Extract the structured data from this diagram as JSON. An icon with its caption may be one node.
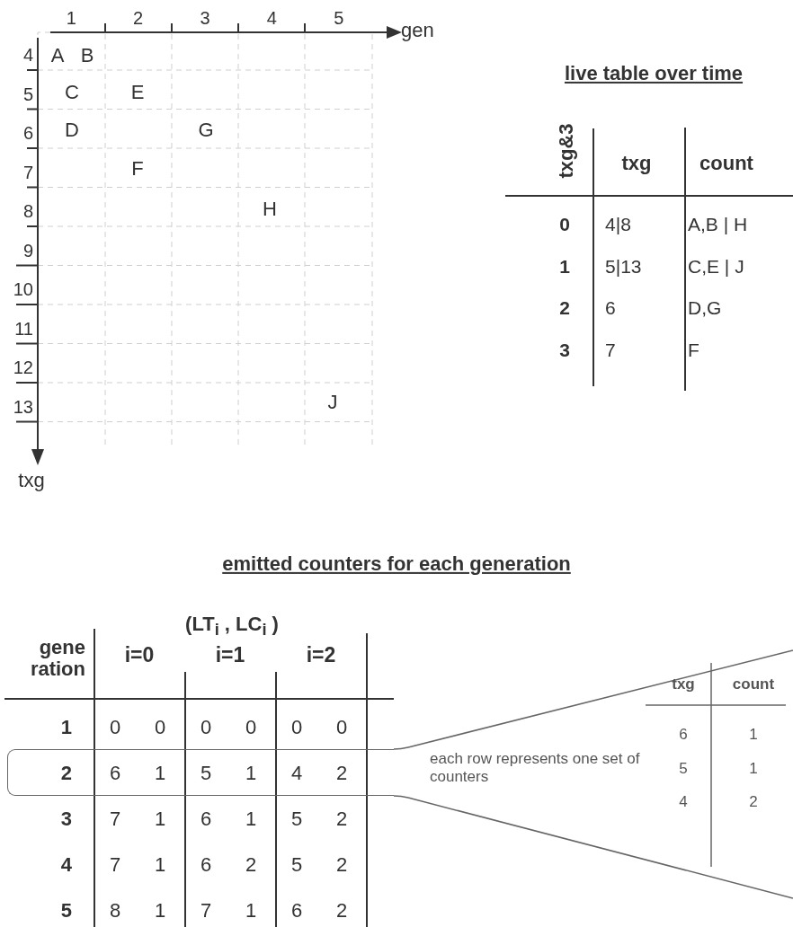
{
  "diagram": {
    "nodes": [
      {
        "text": [],
        "shape": "box"
      },
      {
        "text": [
          "each row represents one set of counters"
        ]
      }
    ],
    "labels": [
      "1",
      "2",
      "3",
      "4",
      "5",
      "gen",
      "4",
      "5",
      "6",
      "7",
      "8",
      "9",
      "10",
      "11",
      "12",
      "13",
      "A",
      "B",
      "C",
      "E",
      "D",
      "G",
      "F",
      "H",
      "J",
      "txg",
      "live table over time",
      "txg&3",
      "txg",
      "count",
      "0",
      "4|8",
      "A,B | H",
      "1",
      "5|13",
      "C,E | J",
      "2",
      "6",
      "D,G",
      "3",
      "7",
      "F",
      "emitted counters for each generation",
      "(LT$_{i}$ , LC$_{i}$ )",
      "gene ration",
      "i=0",
      "i=1",
      "i=2",
      "1",
      "0",
      "0",
      "0",
      "0",
      "0",
      "0",
      "2",
      "6",
      "1",
      "5",
      "1",
      "4",
      "2",
      "3",
      "7",
      "1",
      "6",
      "1",
      "5",
      "2",
      "4",
      "7",
      "1",
      "6",
      "2",
      "5",
      "2",
      "5",
      "8",
      "1",
      "7",
      "1",
      "6",
      "2",
      "txg",
      "count",
      "6",
      "1",
      "5",
      "1",
      "4",
      "2"
    ]
  }
}
